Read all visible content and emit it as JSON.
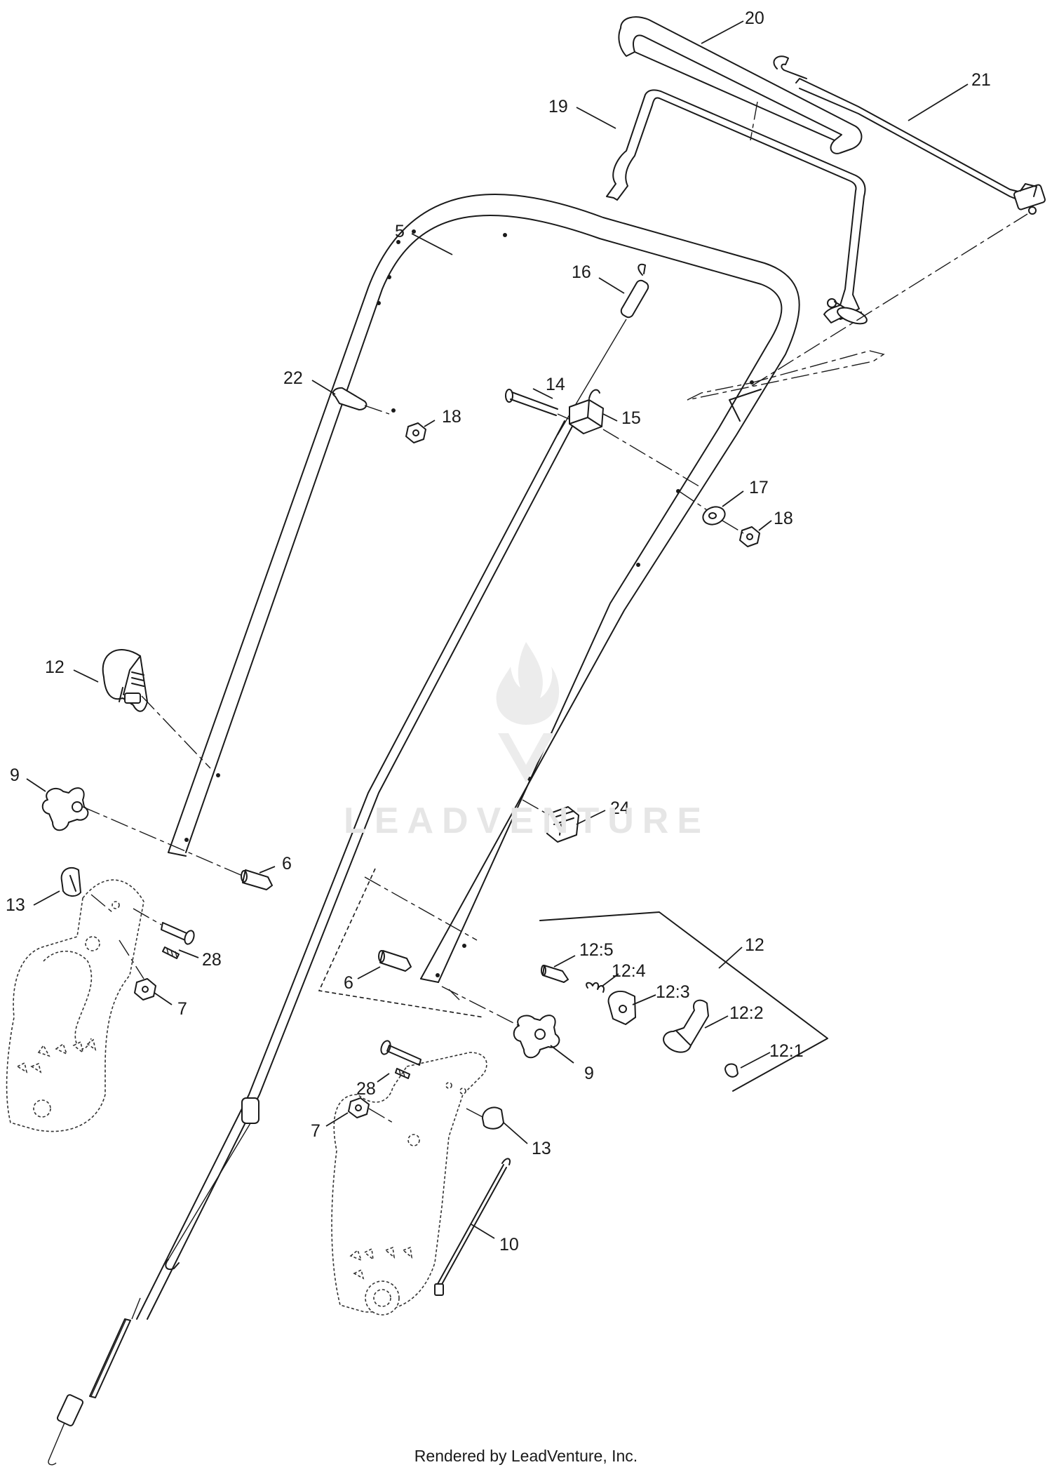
{
  "diagram": {
    "callouts": {
      "c20": "20",
      "c21": "21",
      "c19": "19",
      "c5": "5",
      "c16": "16",
      "c22": "22",
      "c18a": "18",
      "c14": "14",
      "c15": "15",
      "c17": "17",
      "c18b": "18",
      "c12a": "12",
      "c9a": "9",
      "c24": "24",
      "c6a": "6",
      "c13a": "13",
      "c28a": "28",
      "c7a": "7",
      "c12b": "12",
      "c12_5": "12:5",
      "c12_4": "12:4",
      "c6b": "6",
      "c12_3": "12:3",
      "c12_2": "12:2",
      "c12_1": "12:1",
      "c9b": "9",
      "c28b": "28",
      "c7b": "7",
      "c13b": "13",
      "c10": "10"
    }
  },
  "watermark": {
    "text": "LEADVENTURE"
  },
  "footer": {
    "credit": "Rendered by LeadVenture, Inc."
  }
}
